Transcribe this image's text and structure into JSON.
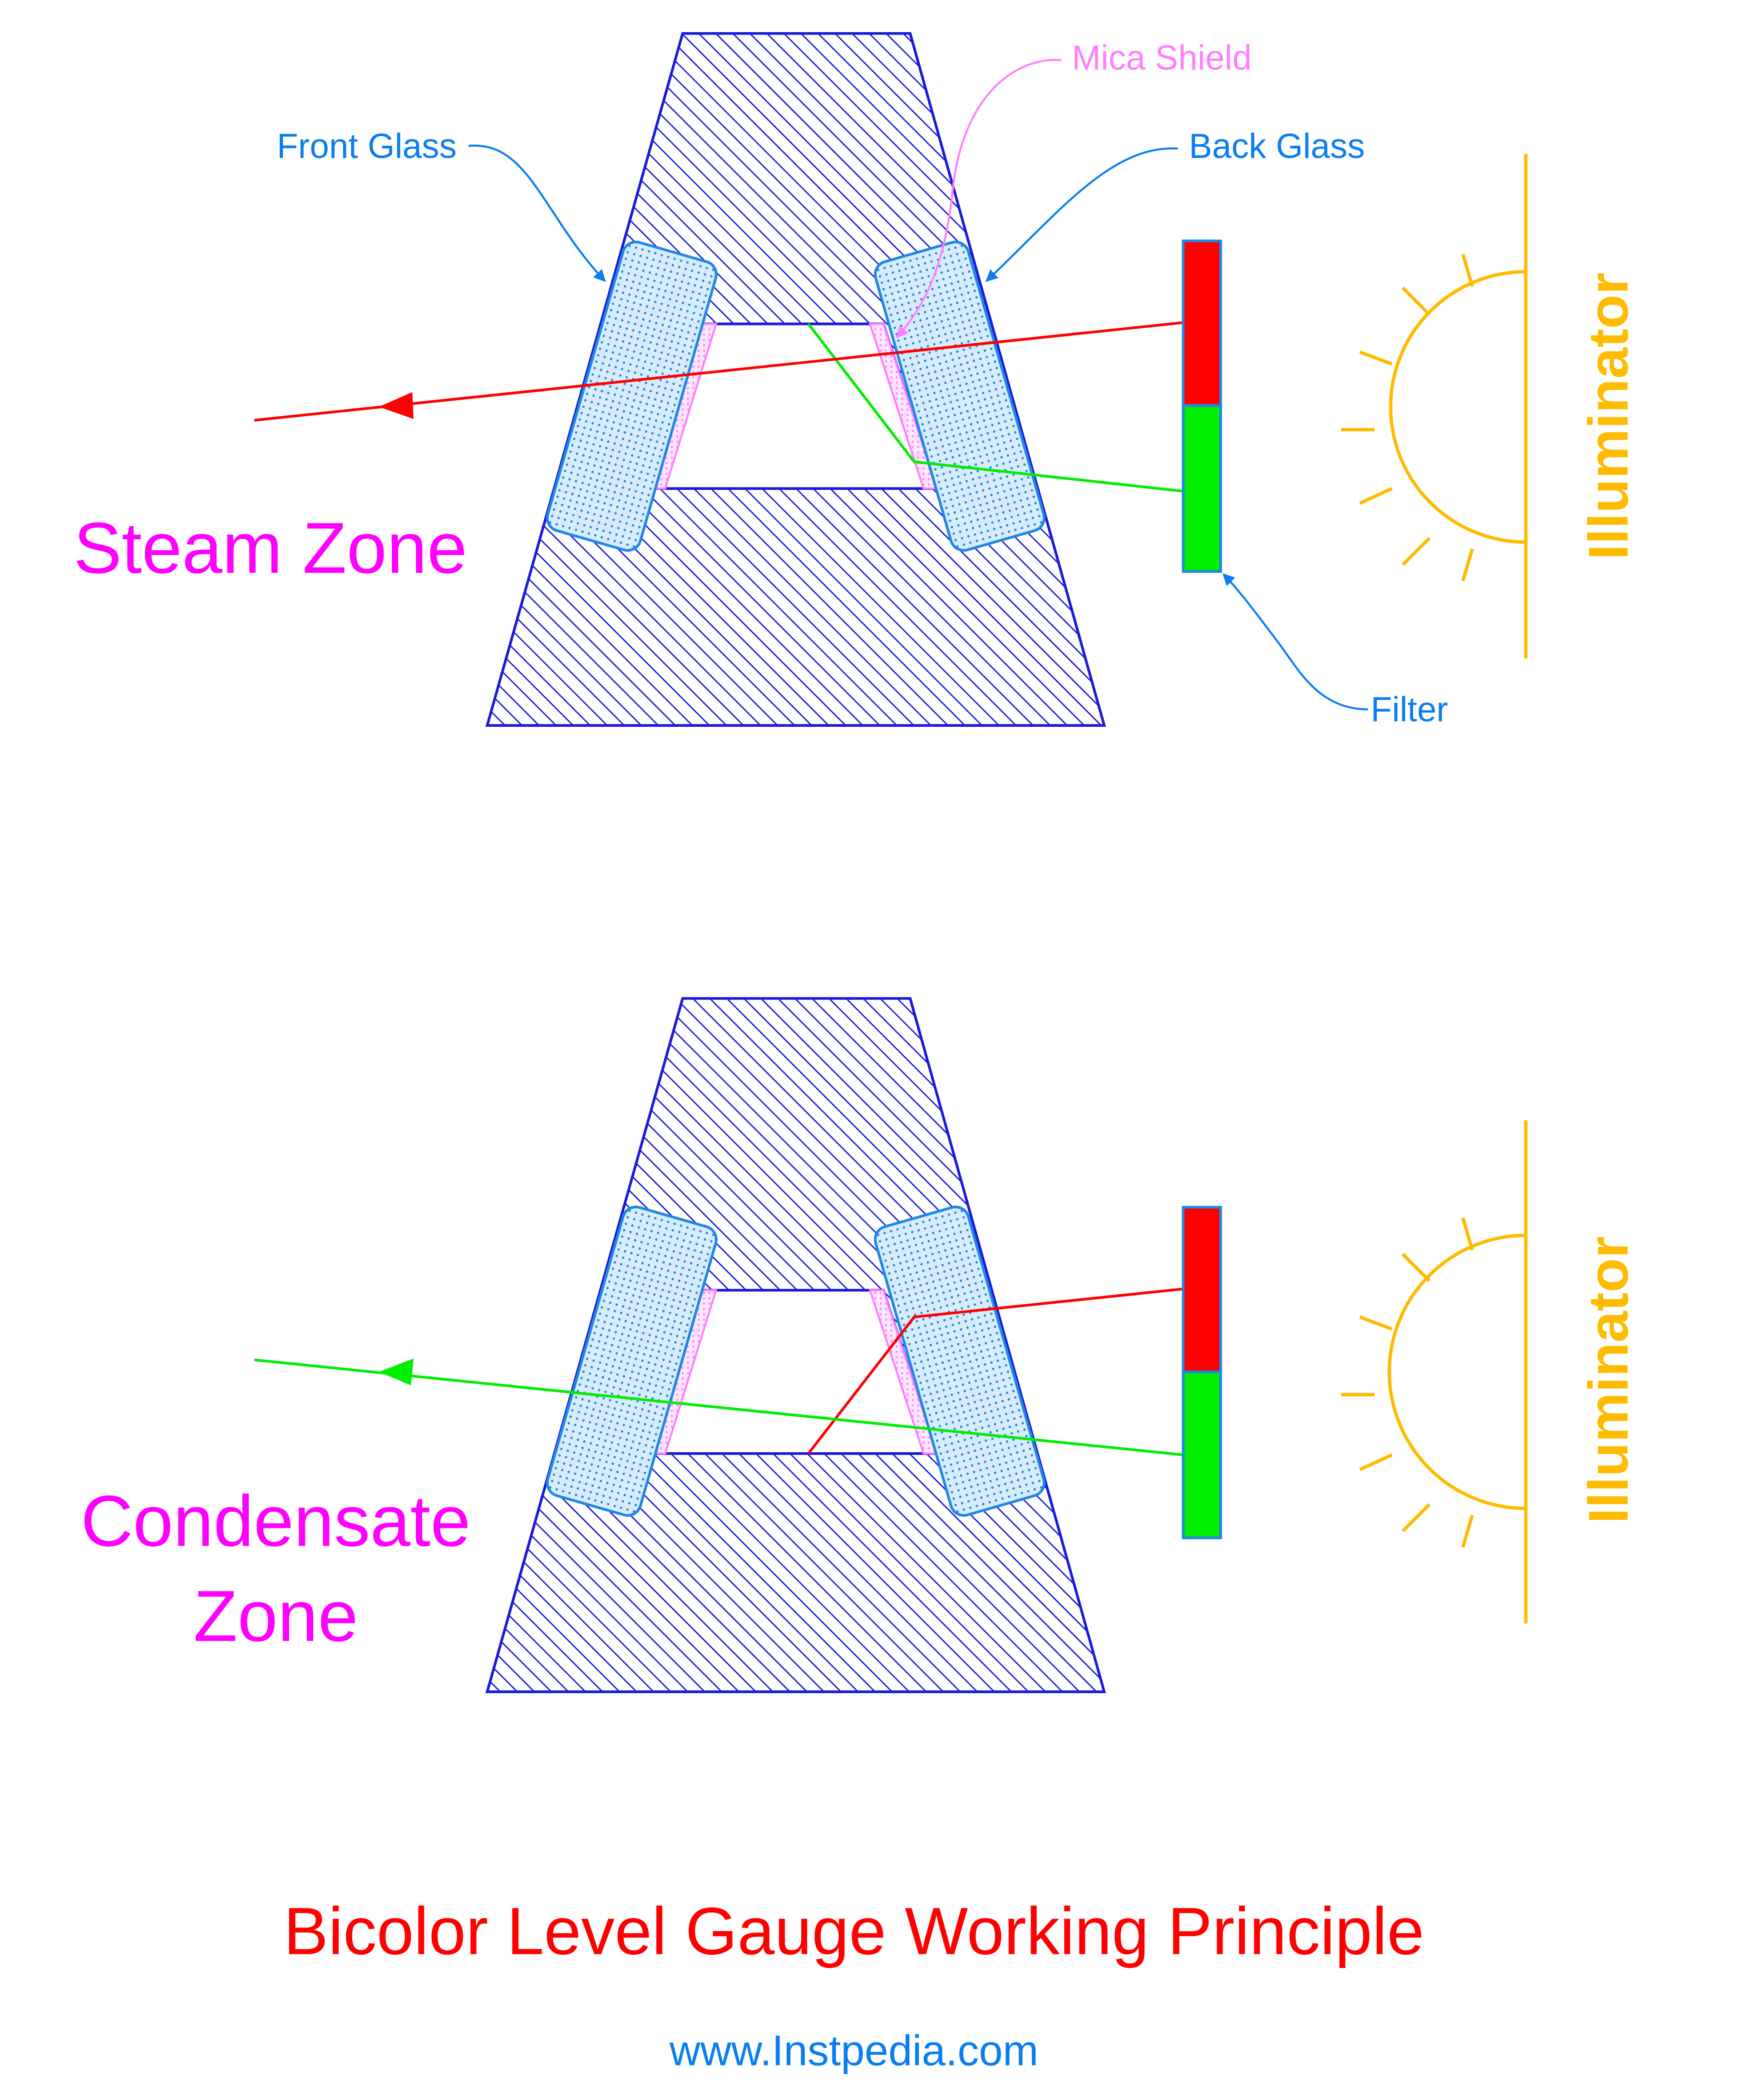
{
  "labels": {
    "front_glass": "Front Glass",
    "mica_shield": "Mica Shield",
    "back_glass": "Back Glass",
    "filter": "Filter",
    "illuminator_top": "Illuminator",
    "illuminator_bottom": "Illuminator",
    "steam_zone": "Steam Zone",
    "condensate_line1": "Condensate",
    "condensate_line2": "Zone",
    "title": "Bicolor Level Gauge Working Principle",
    "website": "www.Instpedia.com"
  },
  "colors": {
    "body_hatch": "#1a1adc",
    "glass": "#1e88e5",
    "glass_fill": "#d8ecfb",
    "mica": "#ff80ff",
    "callout": "#0a7ef0",
    "red": "#ff0000",
    "green": "#00ee00",
    "illuminator": "#ffbb00",
    "zone_text": "#ff00ff",
    "title": "#ff0000"
  }
}
